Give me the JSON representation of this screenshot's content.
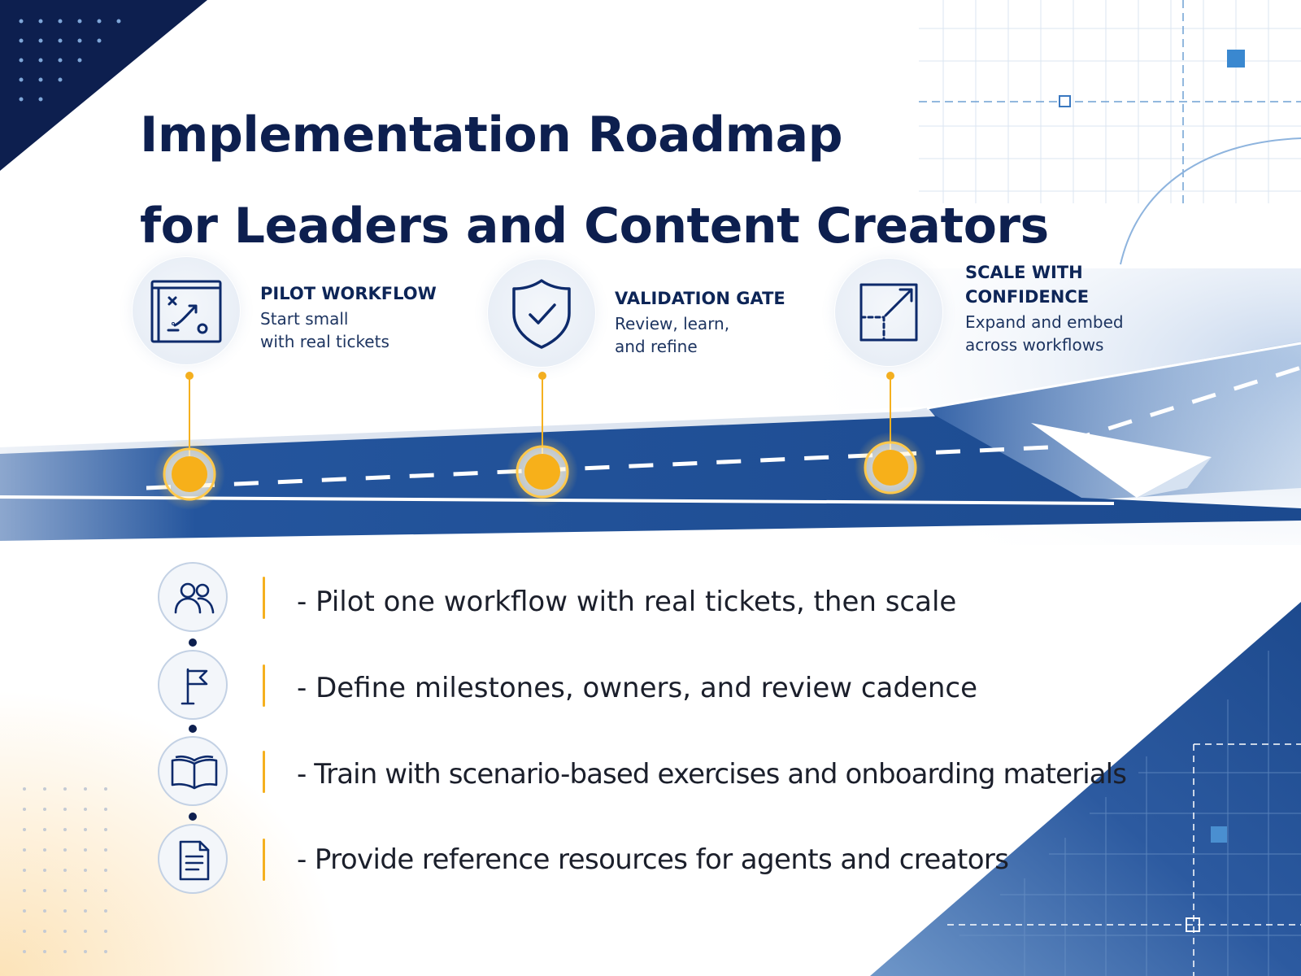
{
  "title": {
    "line1": "Implementation Roadmap",
    "line2": "for Leaders and Content Creators"
  },
  "colors": {
    "navy": "#0d1f4f",
    "road_blue": "#1f4e96",
    "accent_gold": "#f5b01f",
    "light_blue": "#4a8fd0"
  },
  "phases": [
    {
      "icon": "strategy-board-icon",
      "title_lines": [
        "PILOT WORKFLOW"
      ],
      "desc_lines": [
        "Start small",
        "with real tickets"
      ]
    },
    {
      "icon": "shield-check-icon",
      "title_lines": [
        "VALIDATION GATE"
      ],
      "desc_lines": [
        "Review, learn,",
        "and refine"
      ]
    },
    {
      "icon": "expand-arrow-icon",
      "title_lines": [
        "SCALE WITH",
        "CONFIDENCE"
      ],
      "desc_lines": [
        "Expand and embed",
        "across workflows"
      ]
    }
  ],
  "items": [
    {
      "icon": "people-icon",
      "text": "- Pilot one workflow with real tickets, then scale"
    },
    {
      "icon": "flag-icon",
      "text": "- Define milestones, owners, and review cadence"
    },
    {
      "icon": "open-book-icon",
      "text": "- Train with scenario-based exercises and onboarding materials"
    },
    {
      "icon": "document-icon",
      "text": "- Provide reference resources for agents and creators"
    }
  ]
}
